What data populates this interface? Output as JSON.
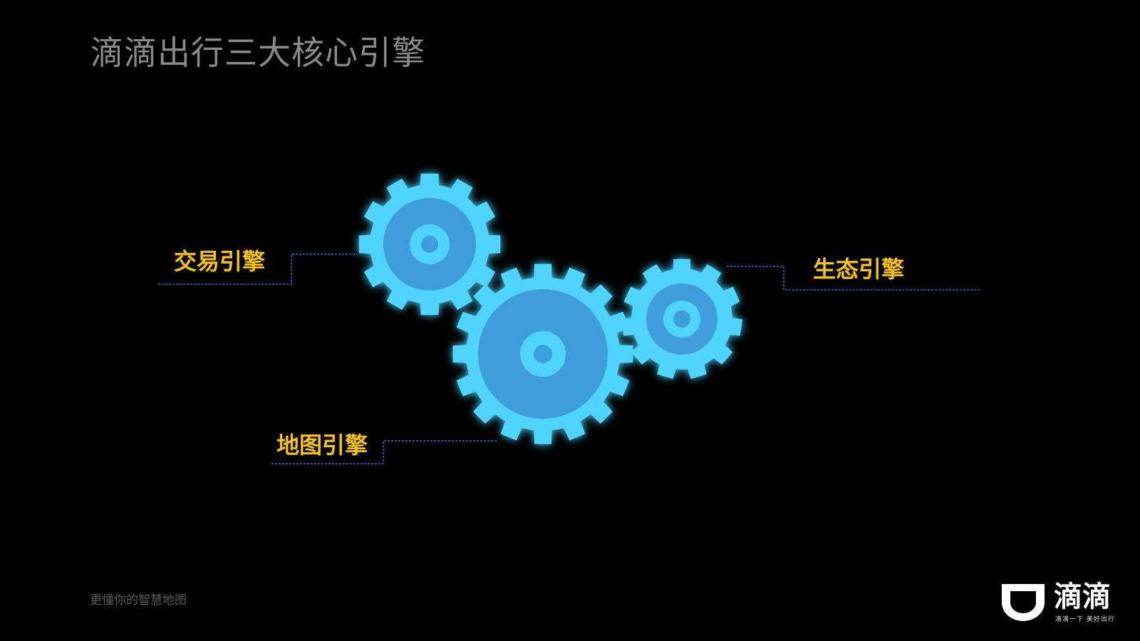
{
  "title": "滴滴出行三大核心引擎",
  "engines": {
    "trade": "交易引擎",
    "ecosystem": "生态引擎",
    "map": "地图引擎"
  },
  "tagline": "更懂你的智慧地图",
  "logo": {
    "name": "滴滴",
    "slogan": "滴滴一下 美好出行"
  },
  "colors": {
    "background": "#000000",
    "gear_outer": "#4fd3ff",
    "gear_inner": "#3f9ddc",
    "label": "#f5c21b",
    "connector": "#3b6bd6",
    "title": "#8a8a8a"
  },
  "icons": [
    "gear-icon",
    "didi-logo-icon"
  ]
}
